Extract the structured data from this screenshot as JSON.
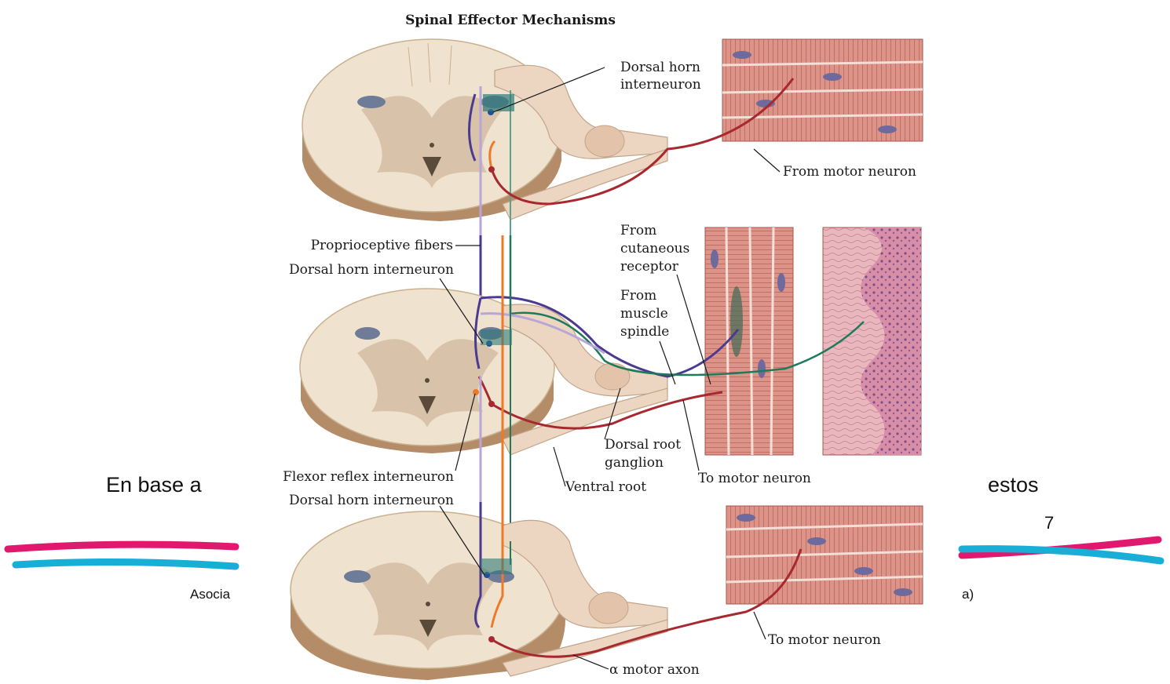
{
  "slide": {
    "text_left": "En base a",
    "text_right": "estos",
    "page_number": "7",
    "footer_left": "Asocia",
    "footer_right": "a)"
  },
  "figure": {
    "title": "Spinal Effector Mechanisms",
    "labels": {
      "dorsal_horn_interneuron_top_1": "Dorsal horn",
      "dorsal_horn_interneuron_top_2": "interneuron",
      "from_motor_neuron": "From motor neuron",
      "proprioceptive_fibers": "Proprioceptive fibers",
      "dorsal_horn_interneuron_mid": "Dorsal horn interneuron",
      "from_cutaneous_1": "From",
      "from_cutaneous_2": "cutaneous",
      "from_cutaneous_3": "receptor",
      "from_muscle_1": "From",
      "from_muscle_2": "muscle",
      "from_muscle_3": "spindle",
      "dorsal_root_ganglion_1": "Dorsal root",
      "dorsal_root_ganglion_2": "ganglion",
      "ventral_root": "Ventral root",
      "to_motor_neuron_mid": "To motor neuron",
      "flexor_reflex_interneuron": "Flexor reflex interneuron",
      "dorsal_horn_interneuron_bottom": "Dorsal horn interneuron",
      "to_motor_neuron_bottom": "To motor neuron",
      "alpha_motor_axon": "α motor axon"
    }
  },
  "colors": {
    "slide_pink": "#e0196f",
    "slide_cyan": "#19aed6",
    "cord_top": "#efe3cf",
    "cord_side": "#b58c68",
    "gray_matter": "#d8c3aa",
    "muscle": "#d98b80",
    "muscle_dark": "#b85f57",
    "skin": "#d78fa8",
    "fiber_purple": "#4b3a8f",
    "fiber_orange": "#ec7a2a",
    "fiber_green": "#1f7a5a",
    "fiber_red": "#a82830",
    "fiber_lilac": "#b8a6d6",
    "nucleus": "#6e6a9e"
  }
}
